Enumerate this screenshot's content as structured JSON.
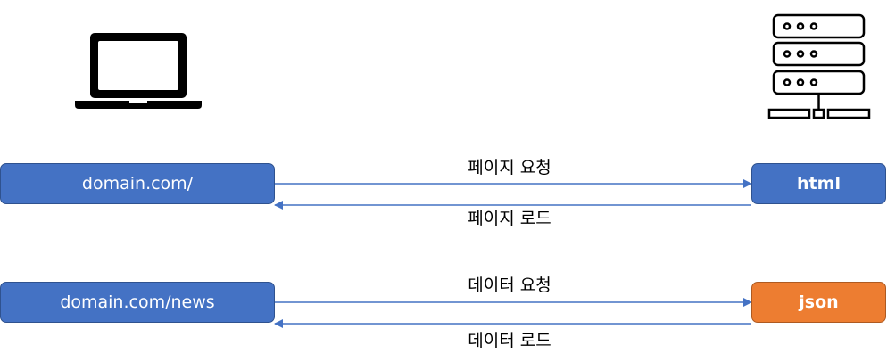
{
  "client": {
    "icon": "laptop-icon"
  },
  "server": {
    "icon": "server-icon"
  },
  "row1": {
    "client_url": "domain.com/",
    "server_response": "html",
    "request_label": "페이지 요청",
    "response_label": "페이지 로드",
    "response_color": "#4472c4"
  },
  "row2": {
    "client_url": "domain.com/news",
    "server_response": "json",
    "request_label": "데이터 요청",
    "response_label": "데이터 로드",
    "response_color": "#ed7d31"
  },
  "colors": {
    "box_fill": "#4472c4",
    "arrow": "#4472c4"
  }
}
